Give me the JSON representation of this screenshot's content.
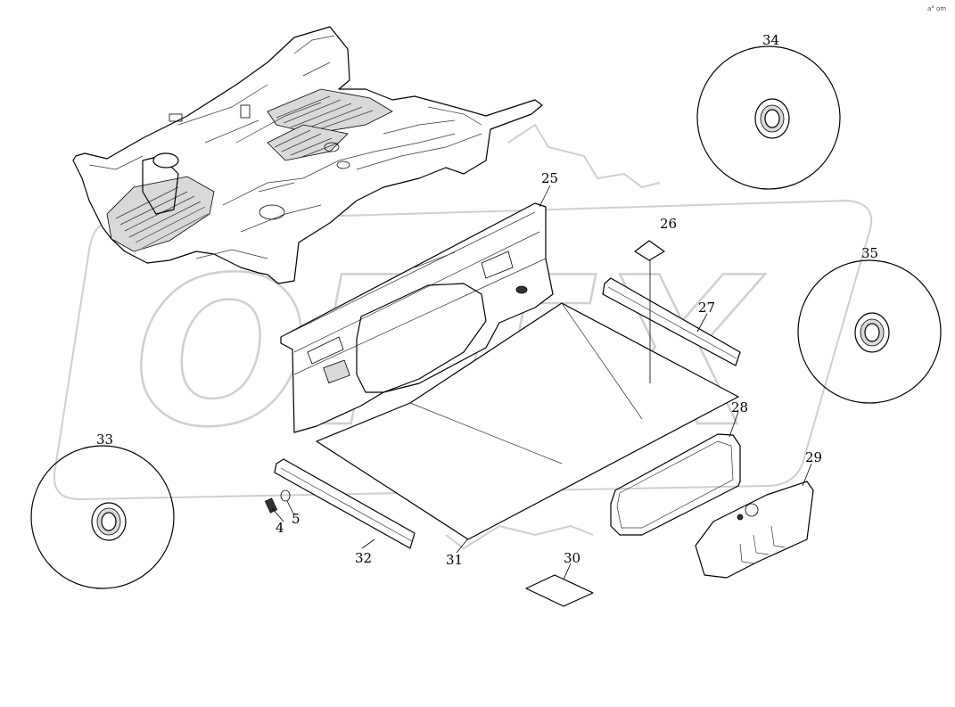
{
  "watermark": {
    "text": "OPEX"
  },
  "corner_mark": "a° om",
  "callouts": [
    {
      "id": "c34",
      "text": "34"
    },
    {
      "id": "c25",
      "text": "25"
    },
    {
      "id": "c26",
      "text": "26"
    },
    {
      "id": "c35",
      "text": "35"
    },
    {
      "id": "c27",
      "text": "27"
    },
    {
      "id": "c28",
      "text": "28"
    },
    {
      "id": "c33",
      "text": "33"
    },
    {
      "id": "c29",
      "text": "29"
    },
    {
      "id": "c5",
      "text": "5"
    },
    {
      "id": "c4",
      "text": "4"
    },
    {
      "id": "c32",
      "text": "32"
    },
    {
      "id": "c31",
      "text": "31"
    },
    {
      "id": "c30",
      "text": "30"
    }
  ]
}
